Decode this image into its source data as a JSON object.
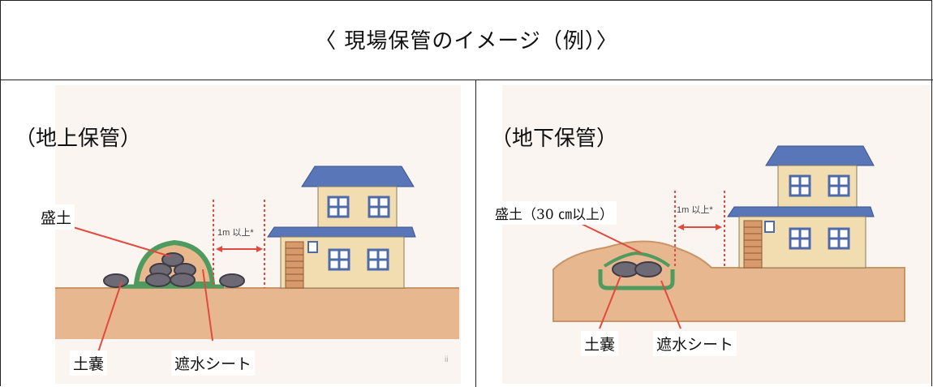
{
  "header": {
    "title": "〈 現場保管のイメージ（例）〉"
  },
  "left_panel": {
    "label": "（地上保管）",
    "callouts": {
      "mound": "盛土",
      "bag": "土嚢",
      "sheet": "遮水シート",
      "distance": "1m 以上*"
    },
    "stray_mark": "ii"
  },
  "right_panel": {
    "label": "（地下保管）",
    "callouts": {
      "mound": "盛土（30 ㎝以上）",
      "bag": "土嚢",
      "sheet": "遮水シート",
      "distance": "1m 以上*"
    }
  },
  "colors": {
    "ground": "#e7b88f",
    "ground_line": "#c99466",
    "sheet": "#4f9a5e",
    "bag": "#6e6a75",
    "house_wall": "#f2ddb0",
    "roof": "#5876b8",
    "window": "#4f6aa8",
    "leader": "#e04a3f"
  }
}
